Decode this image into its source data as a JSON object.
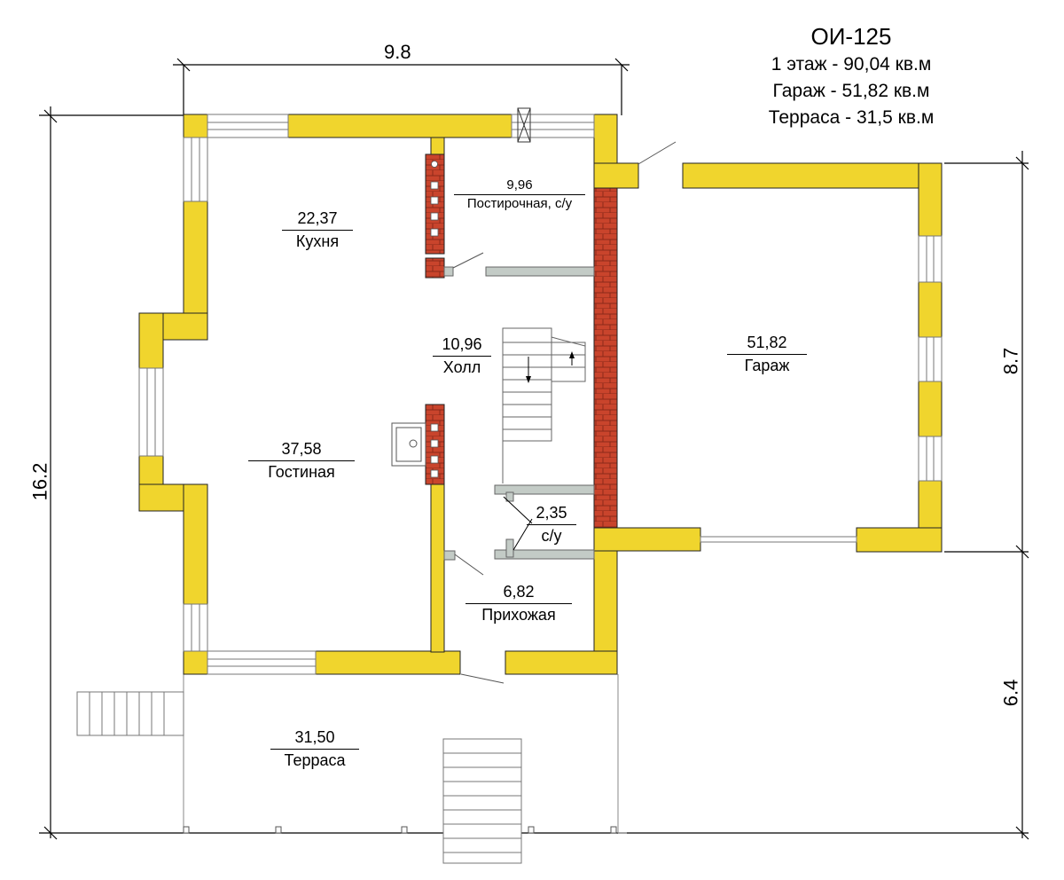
{
  "header": {
    "project": "ОИ-125",
    "floor1": "1 этаж - 90,04 кв.м",
    "garage": "Гараж - 51,82 кв.м",
    "terrace": "Терраса - 31,5 кв.м"
  },
  "dimensions": {
    "width_total": "9.8",
    "height_total": "16.2",
    "garage_depth": "8.7",
    "terrace_depth": "6.4"
  },
  "rooms": {
    "kitchen": {
      "area": "22,37",
      "name": "Кухня"
    },
    "utility": {
      "area": "9,96",
      "name": "Постирочная, с/у"
    },
    "hall": {
      "area": "10,96",
      "name": "Холл"
    },
    "living": {
      "area": "37,58",
      "name": "Гостиная"
    },
    "bath": {
      "area": "2,35",
      "name": "с/у"
    },
    "entry": {
      "area": "6,82",
      "name": "Прихожая"
    },
    "garage": {
      "area": "51,82",
      "name": "Гараж"
    },
    "terrace": {
      "area": "31,50",
      "name": "Терраса"
    }
  },
  "colors": {
    "wall": "#f0d52d",
    "brick": "#c9442c",
    "partition": "#c3cbc6",
    "line": "#000000"
  }
}
